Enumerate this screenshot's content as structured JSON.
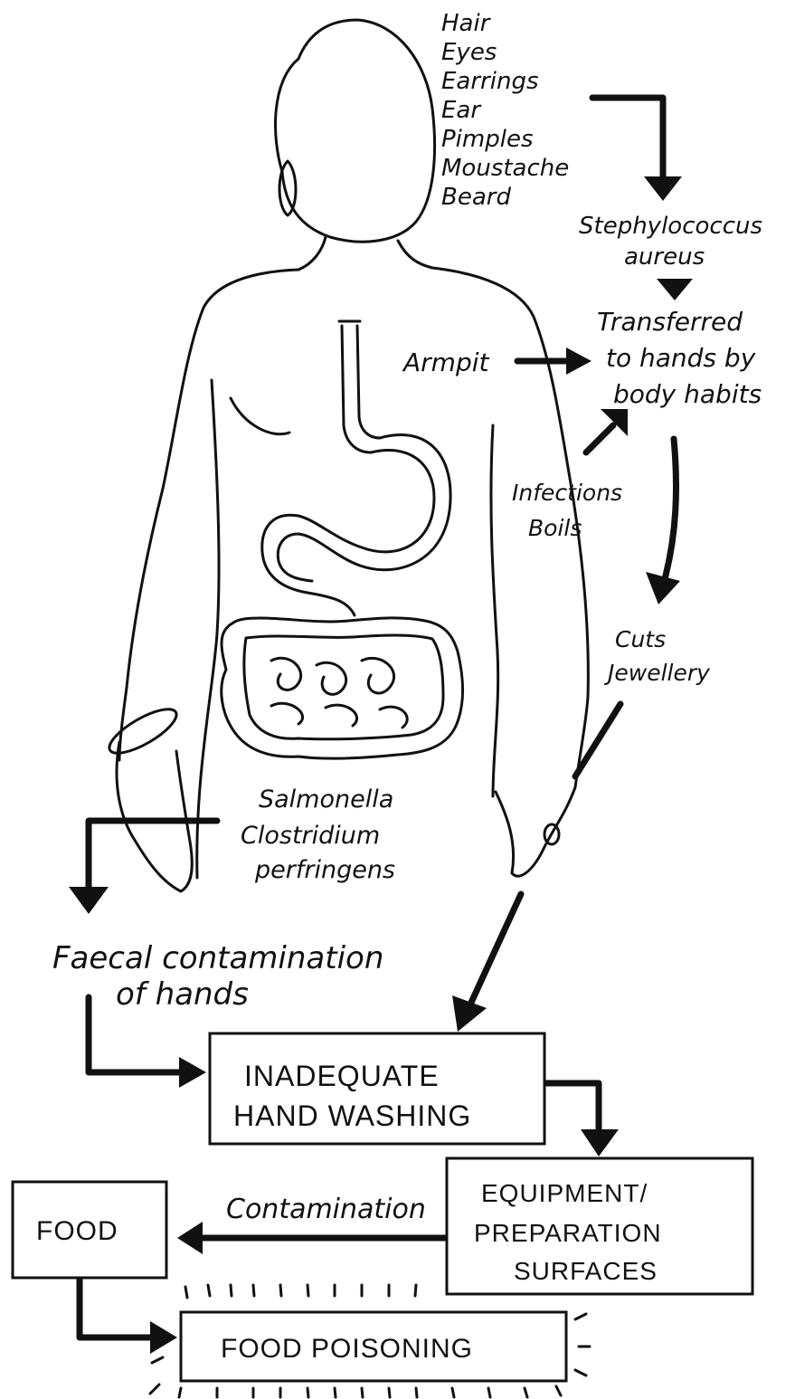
{
  "labels": {
    "head_features": [
      "Hair",
      "Eyes",
      "Earrings",
      "Ear",
      "Pimples",
      "Moustache",
      "Beard"
    ],
    "staph": [
      "Stephylococcus",
      "aureus"
    ],
    "transferred": [
      "Transferred",
      "to hands by",
      "body habits"
    ],
    "armpit": "Armpit",
    "infections": [
      "Infections",
      "Boils"
    ],
    "cuts": [
      "Cuts",
      "Jewellery"
    ],
    "gut_bacteria": [
      "Salmonella",
      "Clostridium",
      "perfringens"
    ],
    "faecal": [
      "Faecal contamination",
      "of hands"
    ],
    "contamination": "Contamination"
  },
  "boxes": {
    "hand_washing": [
      "INADEQUATE",
      "HAND WASHING"
    ],
    "equipment": [
      "EQUIPMENT/",
      "PREPARATION",
      "SURFACES"
    ],
    "food": "FOOD",
    "food_poisoning": "FOOD POISONING"
  }
}
